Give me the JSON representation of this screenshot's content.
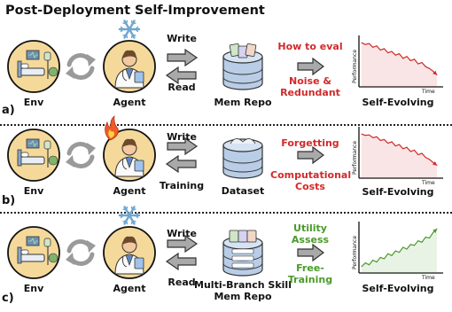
{
  "title": "Post-Deployment Self-Improvement",
  "colors": {
    "red": "#d12a2a",
    "green": "#4a9a2a",
    "env_bg": "#f5d99a",
    "agent_bg": "#f5d99a",
    "cylinder": "#b9cde6"
  },
  "rows": [
    {
      "label": "a)",
      "env": "Env",
      "agent": "Agent",
      "agent_icon": "snowflake-icon",
      "arrow_top": "Write",
      "arrow_bottom": "Read",
      "store": "Mem Repo",
      "issue_top": "How to eval",
      "issue_bottom": "Noise & Redundant",
      "issue_color": "red",
      "outcome": "Self-Evolving",
      "chart_ylabel": "Performance",
      "chart_xlabel": "Time"
    },
    {
      "label": "b)",
      "env": "Env",
      "agent": "Agent",
      "agent_icon": "fire-icon",
      "arrow_top": "Write",
      "arrow_bottom": "Training",
      "store": "Dataset",
      "issue_top": "Forgetting",
      "issue_bottom": "Computational Costs",
      "issue_color": "red",
      "outcome": "Self-Evolving",
      "chart_ylabel": "Performance",
      "chart_xlabel": "Time"
    },
    {
      "label": "c)",
      "env": "Env",
      "agent": "Agent",
      "agent_icon": "snowflake-icon",
      "arrow_top": "Write",
      "arrow_bottom": "Read",
      "store": "Multi-Branch Skill Mem Repo",
      "issue_top": "Utility Assess",
      "issue_bottom": "Free-Training",
      "issue_color": "green",
      "outcome": "Self-Evolving",
      "chart_ylabel": "Performance",
      "chart_xlabel": "Time"
    }
  ],
  "chart_data": [
    {
      "type": "line",
      "trend": "decreasing",
      "xlabel": "Time",
      "ylabel": "Performance",
      "color": "#d12a2a",
      "x": [
        0,
        1,
        2,
        3,
        4,
        5,
        6,
        7,
        8,
        9,
        10,
        11,
        12,
        13,
        14,
        15,
        16,
        17,
        18,
        19,
        20
      ],
      "y": [
        92,
        88,
        90,
        82,
        85,
        76,
        79,
        70,
        73,
        65,
        68,
        58,
        62,
        53,
        56,
        46,
        49,
        40,
        36,
        30,
        22
      ]
    },
    {
      "type": "line",
      "trend": "decreasing",
      "xlabel": "Time",
      "ylabel": "Performance",
      "color": "#d12a2a",
      "x": [
        0,
        1,
        2,
        3,
        4,
        5,
        6,
        7,
        8,
        9,
        10,
        11,
        12,
        13,
        14,
        15,
        16,
        17,
        18,
        19,
        20
      ],
      "y": [
        92,
        89,
        90,
        84,
        86,
        78,
        80,
        72,
        75,
        66,
        69,
        60,
        63,
        54,
        57,
        47,
        50,
        41,
        37,
        30,
        24
      ]
    },
    {
      "type": "line",
      "trend": "increasing",
      "xlabel": "Time",
      "ylabel": "Performance",
      "color": "#4a9a2a",
      "x": [
        0,
        1,
        2,
        3,
        4,
        5,
        6,
        7,
        8,
        9,
        10,
        11,
        12,
        13,
        14,
        15,
        16,
        17,
        18,
        19,
        20
      ],
      "y": [
        10,
        18,
        14,
        24,
        20,
        30,
        27,
        38,
        34,
        44,
        41,
        52,
        48,
        58,
        56,
        66,
        63,
        74,
        72,
        84,
        92
      ]
    }
  ]
}
